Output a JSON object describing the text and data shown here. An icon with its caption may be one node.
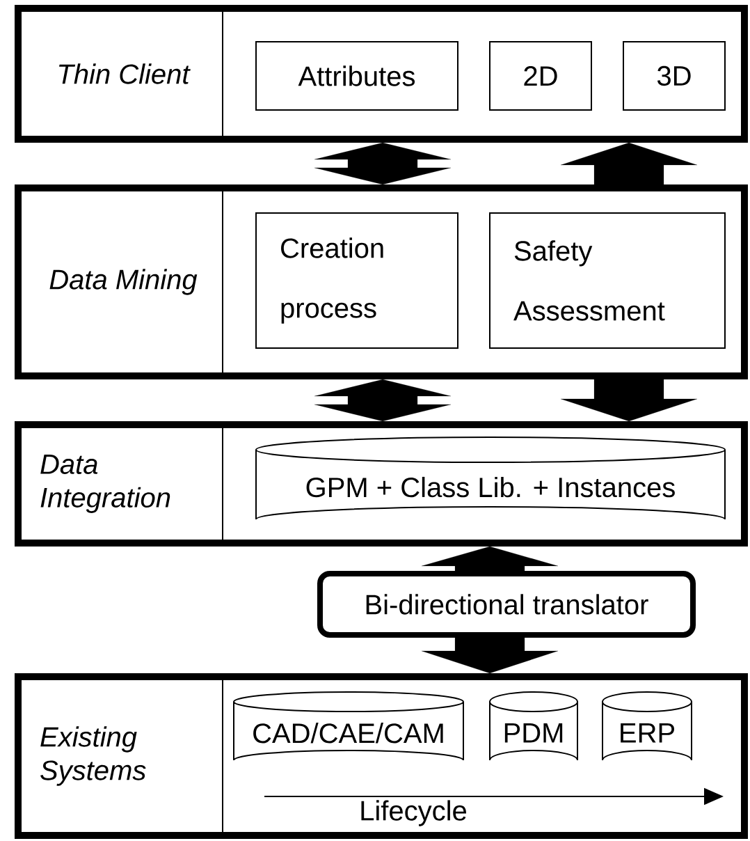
{
  "diagram": {
    "nodes": [
      {
        "text": [
          "Thin Client"
        ]
      },
      {
        "text": [
          "Attributes"
        ],
        "in": 0
      },
      {
        "text": [
          "2D"
        ],
        "in": 0
      },
      {
        "text": [
          "3D"
        ],
        "in": 0
      },
      {
        "text": [
          "Data Mining"
        ]
      },
      {
        "text": [
          "Creation process"
        ],
        "in": 4
      },
      {
        "text": [
          "Safety Assessment"
        ],
        "in": 4
      },
      {
        "text": [
          "Data Integration"
        ]
      },
      {
        "text": [
          "GPM + Class Lib. + Instances"
        ],
        "in": 7
      },
      {
        "text": [
          "Bi-directional translator"
        ]
      },
      {
        "text": [
          "Existing Systems"
        ]
      },
      {
        "text": [
          "CAD/CAE/CAM"
        ],
        "in": 10
      },
      {
        "text": [
          "PDM"
        ],
        "in": 10
      },
      {
        "text": [
          "ERP"
        ],
        "in": 10
      }
    ],
    "edges": [
      {
        "from": 4,
        "to": 0,
        "arrow": "both"
      },
      {
        "from": 4,
        "to": 0,
        "arrow": "to"
      },
      {
        "from": 4,
        "to": 7,
        "arrow": "both"
      },
      {
        "from": 4,
        "to": 7,
        "arrow": "to"
      },
      {
        "from": 9,
        "to": 7,
        "arrow": "to"
      },
      {
        "from": 9,
        "to": 10,
        "arrow": "to"
      }
    ],
    "labels": [
      "Lifecycle"
    ]
  }
}
